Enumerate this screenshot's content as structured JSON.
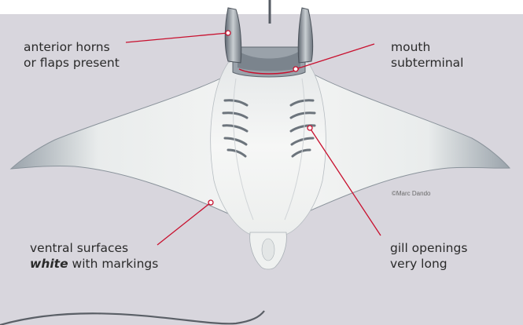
{
  "labels": {
    "horns": {
      "line1": "anterior horns",
      "line2": "or flaps present"
    },
    "mouth": {
      "line1": "mouth",
      "line2": "subterminal"
    },
    "ventral": {
      "line1": "ventral surfaces",
      "line2_emphasis": "white",
      "line2_rest": " with markings"
    },
    "gills": {
      "line1": "gill openings",
      "line2": "very long"
    }
  },
  "credit": "©Marc Dando",
  "colors": {
    "background": "#d8d6dd",
    "leader_line": "#c8102e",
    "body": "#f3f4f3",
    "dorsal_edge": "#7c8690"
  }
}
